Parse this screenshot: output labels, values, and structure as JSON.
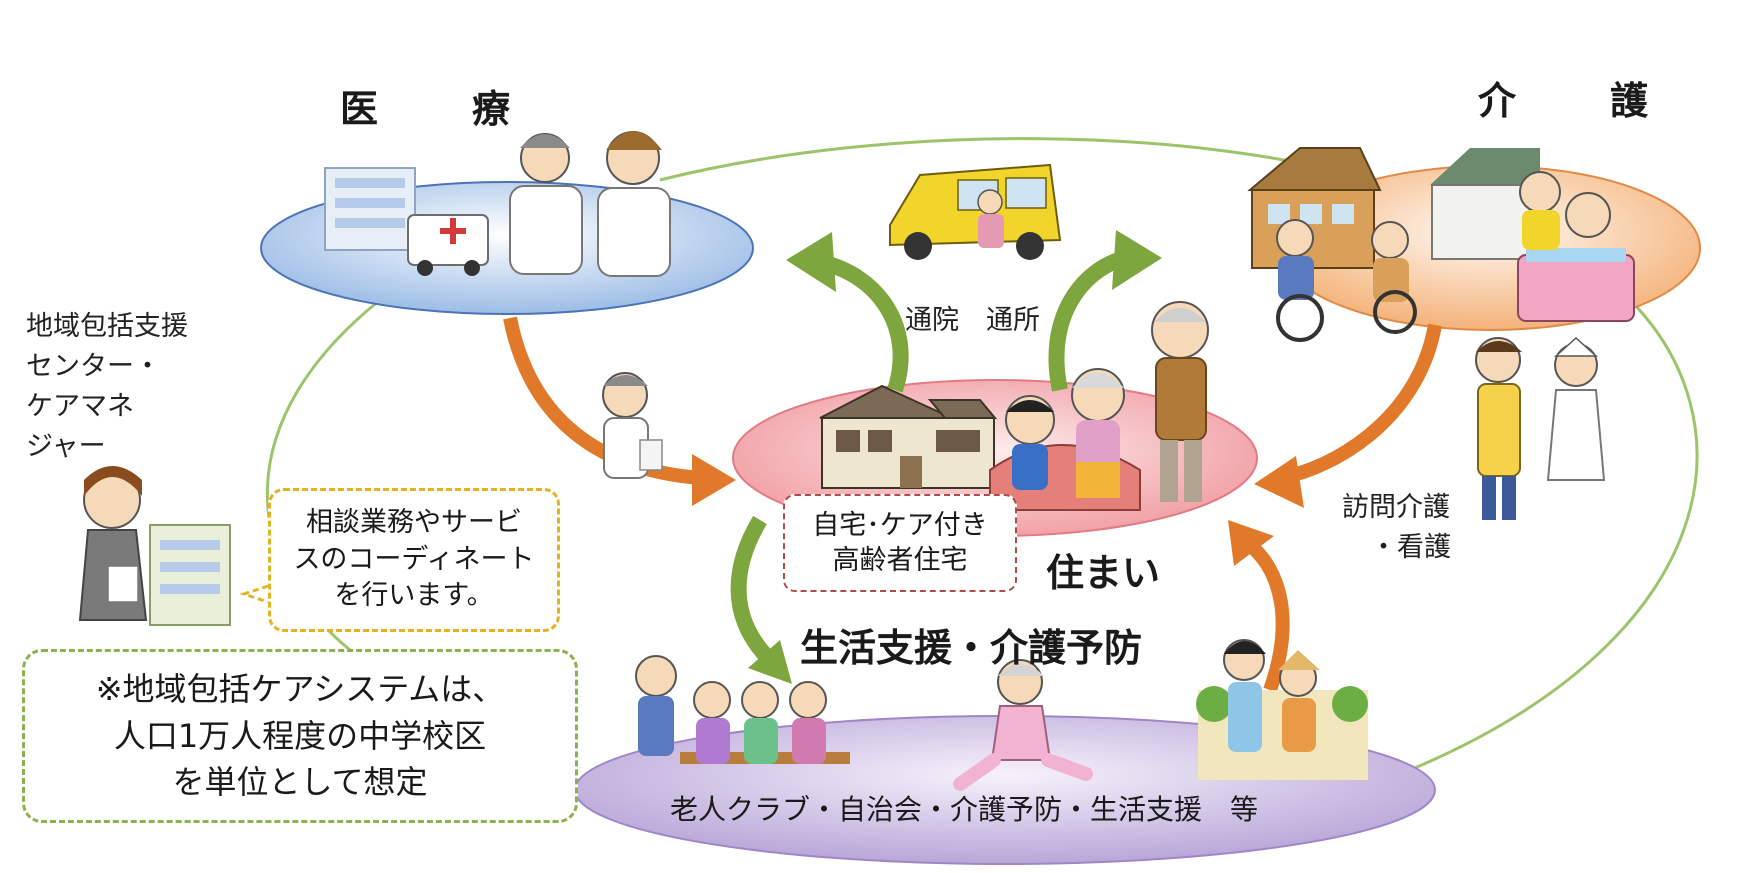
{
  "headings": {
    "medical": "医　療",
    "care": "介　護"
  },
  "labels": {
    "visit_routes": "通院　通所",
    "home_care_line1": "訪問介護",
    "home_care_line2": "・看護",
    "center_lines": [
      "地域包括支援",
      "センター・",
      "ケアマネ",
      "ジャー"
    ],
    "housing": "住まい",
    "life_support": "生活支援・介護予防",
    "community": "老人クラブ・自治会・介護予防・生活支援　等"
  },
  "boxes": {
    "home": [
      "自宅･ケア付き",
      "高齢者住宅"
    ],
    "coordination": [
      "相談業務やサービ",
      "スのコーディネート",
      "を行います。"
    ],
    "note": [
      "※地域包括ケアシステムは、",
      "人口1万人程度の中学校区",
      "を単位として想定"
    ]
  },
  "colors": {
    "medical_ellipse": "#b8d0ee",
    "care_ellipse": "#f7c9a0",
    "housing_ellipse": "#f3b3b6",
    "community_ellipse": "#cfc1e3",
    "green_arrow": "#7da63e",
    "orange_arrow": "#e07a2a",
    "outer_ring": "#9cc46b"
  },
  "icons": [
    "hospital-icon",
    "ambulance-icon",
    "doctors-icon",
    "welfare-van-icon",
    "nursing-home-icon",
    "wheelchair-residents-icon",
    "bath-care-icon",
    "care-staff-icon",
    "visiting-doctor-icon",
    "house-icon",
    "family-icon",
    "care-manager-icon",
    "elderly-club-icon",
    "exercise-icon",
    "walk-support-icon"
  ]
}
